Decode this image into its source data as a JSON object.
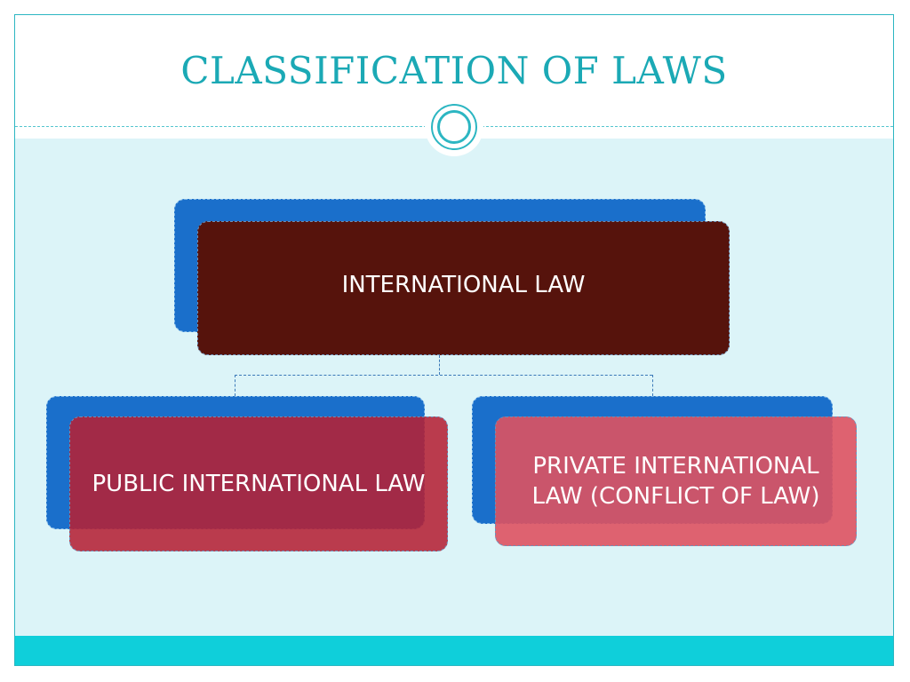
{
  "slide": {
    "title": "CLASSIFICATION OF LAWS"
  },
  "diagram": {
    "root": {
      "label": "INTERNATIONAL LAW"
    },
    "children": [
      {
        "label": "PUBLIC INTERNATIONAL LAW"
      },
      {
        "label": "PRIVATE INTERNATIONAL LAW (CONFLICT OF LAW)"
      }
    ]
  },
  "colors": {
    "accent": "#1ba9b5",
    "content_background": "#dcf4f8",
    "footer": "#0fcfda",
    "card_back": "#1a6fcb",
    "root_node": "#56130c",
    "public_node": "#b52134",
    "private_node": "#de5261"
  }
}
